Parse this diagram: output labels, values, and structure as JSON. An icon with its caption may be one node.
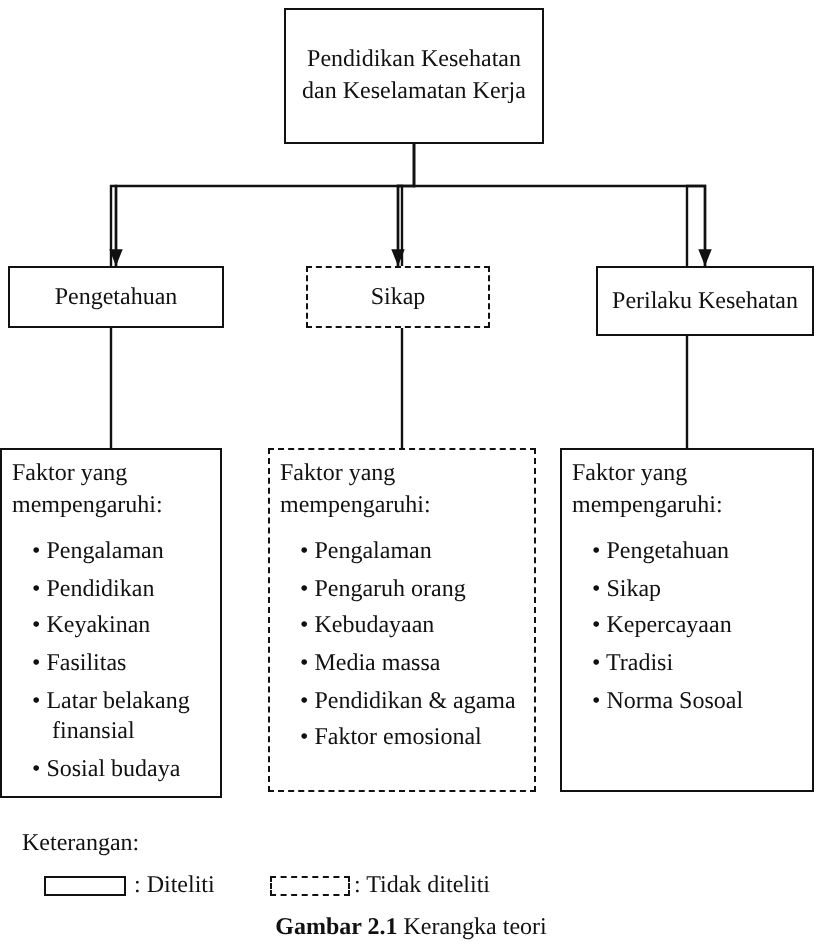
{
  "diagram": {
    "caption": "**Gambar 2.1** Kerangka teori",
    "nodes": [
      {
        "text": [
          "Pendidikan Kesehatan dan Keselamatan Kerja"
        ]
      },
      {
        "text": [
          "Pengetahuan"
        ]
      },
      {
        "text": [
          "Sikap"
        ]
      },
      {
        "text": [
          "Perilaku Kesehatan"
        ]
      },
      {
        "text": [
          "Faktor yang mempengaruhi:",
          "• Pengalaman",
          "• Pendidikan",
          "• Keyakinan",
          "• Fasilitas",
          "• Latar belakang finansial",
          "• Sosial budaya"
        ]
      },
      {
        "text": [
          "Faktor yang mempengaruhi:",
          "• Pengalaman",
          "• Pengaruh orang",
          "• Kebudayaan",
          "• Media massa",
          "• Pendidikan & agama",
          "• Faktor emosional"
        ]
      },
      {
        "text": [
          "Faktor yang mempengaruhi:",
          "• Pengetahuan",
          "• Sikap",
          "• Kepercayaan",
          "• Tradisi",
          "• Norma Sosoal"
        ]
      }
    ],
    "edges": [
      {
        "from": 0,
        "to": 1,
        "arrow": "to"
      },
      {
        "from": 0,
        "to": 2,
        "arrow": "to"
      },
      {
        "from": 0,
        "to": 3,
        "arrow": "to"
      },
      {
        "from": 1,
        "to": 4,
        "arrow": "none"
      },
      {
        "from": 2,
        "to": 5,
        "arrow": "none"
      },
      {
        "from": 3,
        "to": 6,
        "arrow": "none"
      }
    ],
    "labels": [
      "Keterangan:"
    ],
    "legend": [
      {
        "text": ": Diteliti"
      },
      {
        "text": ": Tidak diteliti"
      }
    ]
  }
}
